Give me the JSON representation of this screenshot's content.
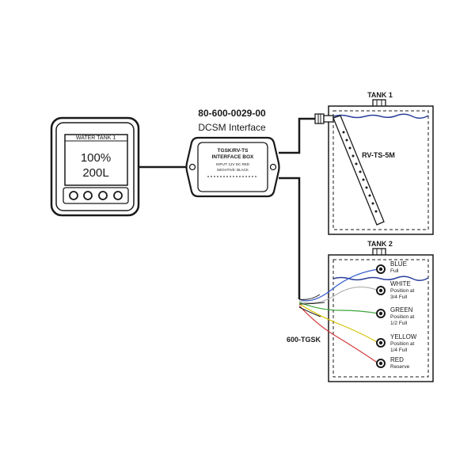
{
  "display": {
    "title": "WATER TANK 1",
    "percent": "100%",
    "volume": "200L"
  },
  "interface": {
    "part_number": "80-600-0029-00",
    "name": "DCSM Interface",
    "box_line1": "TGSK/RV-TS",
    "box_line2": "INTERFACE BOX",
    "box_line3": "INPUT: 12V DC RED",
    "box_line4": "NEGATIVE: BLACK"
  },
  "tank1": {
    "title": "TANK 1",
    "sensor": "RV-TS-5M"
  },
  "tank2": {
    "title": "TANK 2",
    "harness": "600-TGSK",
    "sensors": [
      {
        "name": "BLUE",
        "desc1": "Full",
        "desc2": "",
        "color": "#3a5fcd"
      },
      {
        "name": "WHITE",
        "desc1": "Position at",
        "desc2": "3/4 Full",
        "color": "#c8c8c8"
      },
      {
        "name": "GREEN",
        "desc1": "Position at",
        "desc2": "1/2 Full",
        "color": "#3aa53a"
      },
      {
        "name": "YELLOW",
        "desc1": "Position at",
        "desc2": "1/4 Full",
        "color": "#d4c200"
      },
      {
        "name": "RED",
        "desc1": "Reserve",
        "desc2": "",
        "color": "#d23a3a"
      }
    ]
  },
  "colors": {
    "line": "#1a1a1a",
    "water": "#2a3f9a"
  }
}
